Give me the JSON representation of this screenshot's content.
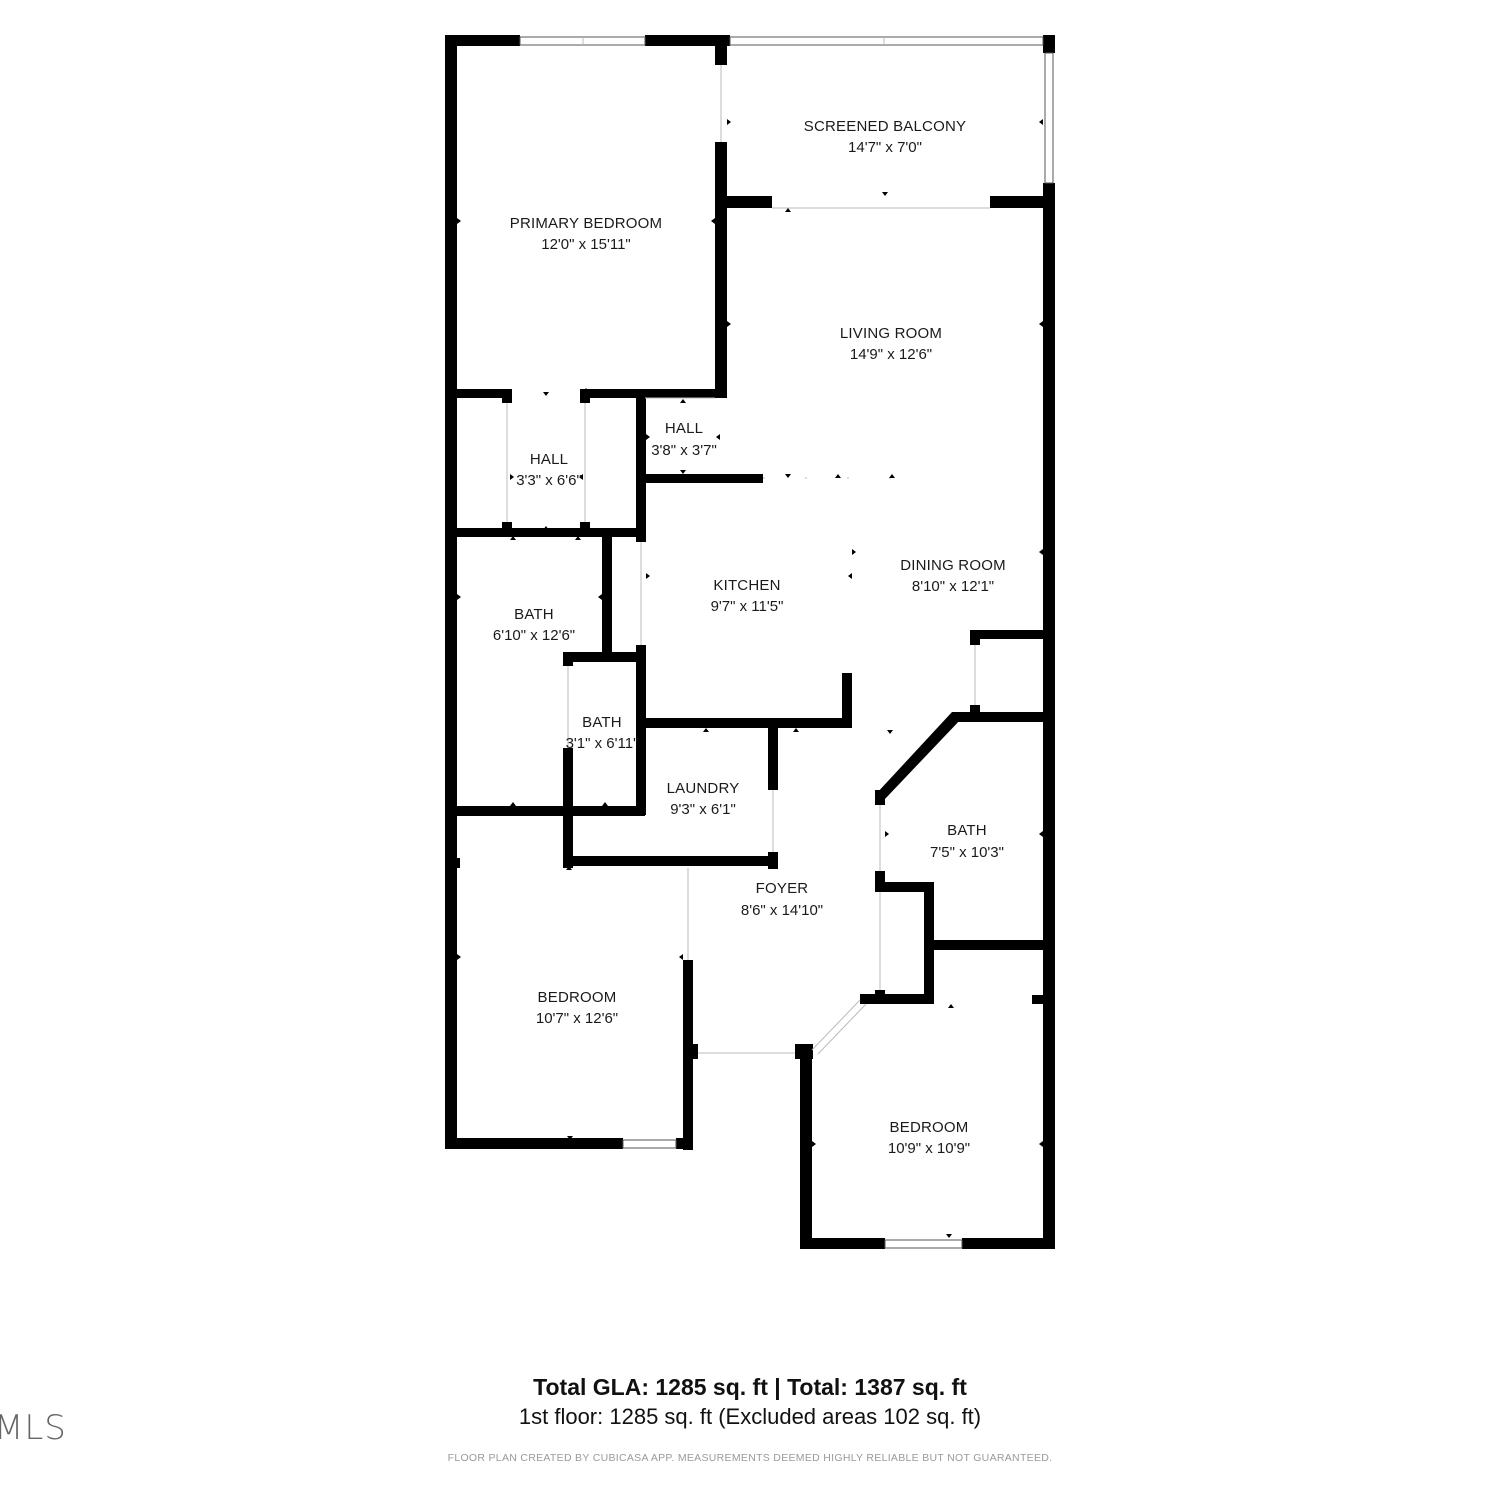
{
  "rooms": {
    "screened_balcony": {
      "name": "SCREENED BALCONY",
      "dims": "14'7\" x 7'0\""
    },
    "primary_bedroom": {
      "name": "PRIMARY BEDROOM",
      "dims": "12'0\" x 15'11\""
    },
    "living_room": {
      "name": "LIVING ROOM",
      "dims": "14'9\" x 12'6\""
    },
    "hall_upper": {
      "name": "HALL",
      "dims": "3'8\" x 3'7\""
    },
    "hall_left": {
      "name": "HALL",
      "dims": "3'3\" x 6'6\""
    },
    "kitchen": {
      "name": "KITCHEN",
      "dims": "9'7\" x 11'5\""
    },
    "dining_room": {
      "name": "DINING ROOM",
      "dims": "8'10\" x 12'1\""
    },
    "bath_large": {
      "name": "BATH",
      "dims": "6'10\" x 12'6\""
    },
    "bath_small": {
      "name": "BATH",
      "dims": "3'1\" x 6'11\""
    },
    "laundry": {
      "name": "LAUNDRY",
      "dims": "9'3\" x 6'1\""
    },
    "bath_right": {
      "name": "BATH",
      "dims": "7'5\" x 10'3\""
    },
    "foyer": {
      "name": "FOYER",
      "dims": "8'6\" x 14'10\""
    },
    "bedroom_left": {
      "name": "BEDROOM",
      "dims": "10'7\" x 12'6\""
    },
    "bedroom_right": {
      "name": "BEDROOM",
      "dims": "10'9\" x 10'9\""
    }
  },
  "summary": {
    "totals": "Total GLA: 1285 sq. ft | Total: 1387 sq. ft",
    "floor": "1st floor: 1285 sq. ft (Excluded areas 102 sq. ft)"
  },
  "disclaimer": "FLOOR PLAN CREATED BY CUBICASA APP. MEASUREMENTS DEEMED HIGHLY RELIABLE BUT NOT GUARANTEED.",
  "logo_text": "MLS",
  "colors": {
    "wall": "#000000",
    "text": "#1a1a1a",
    "disclaimer": "#9a9a9a"
  }
}
